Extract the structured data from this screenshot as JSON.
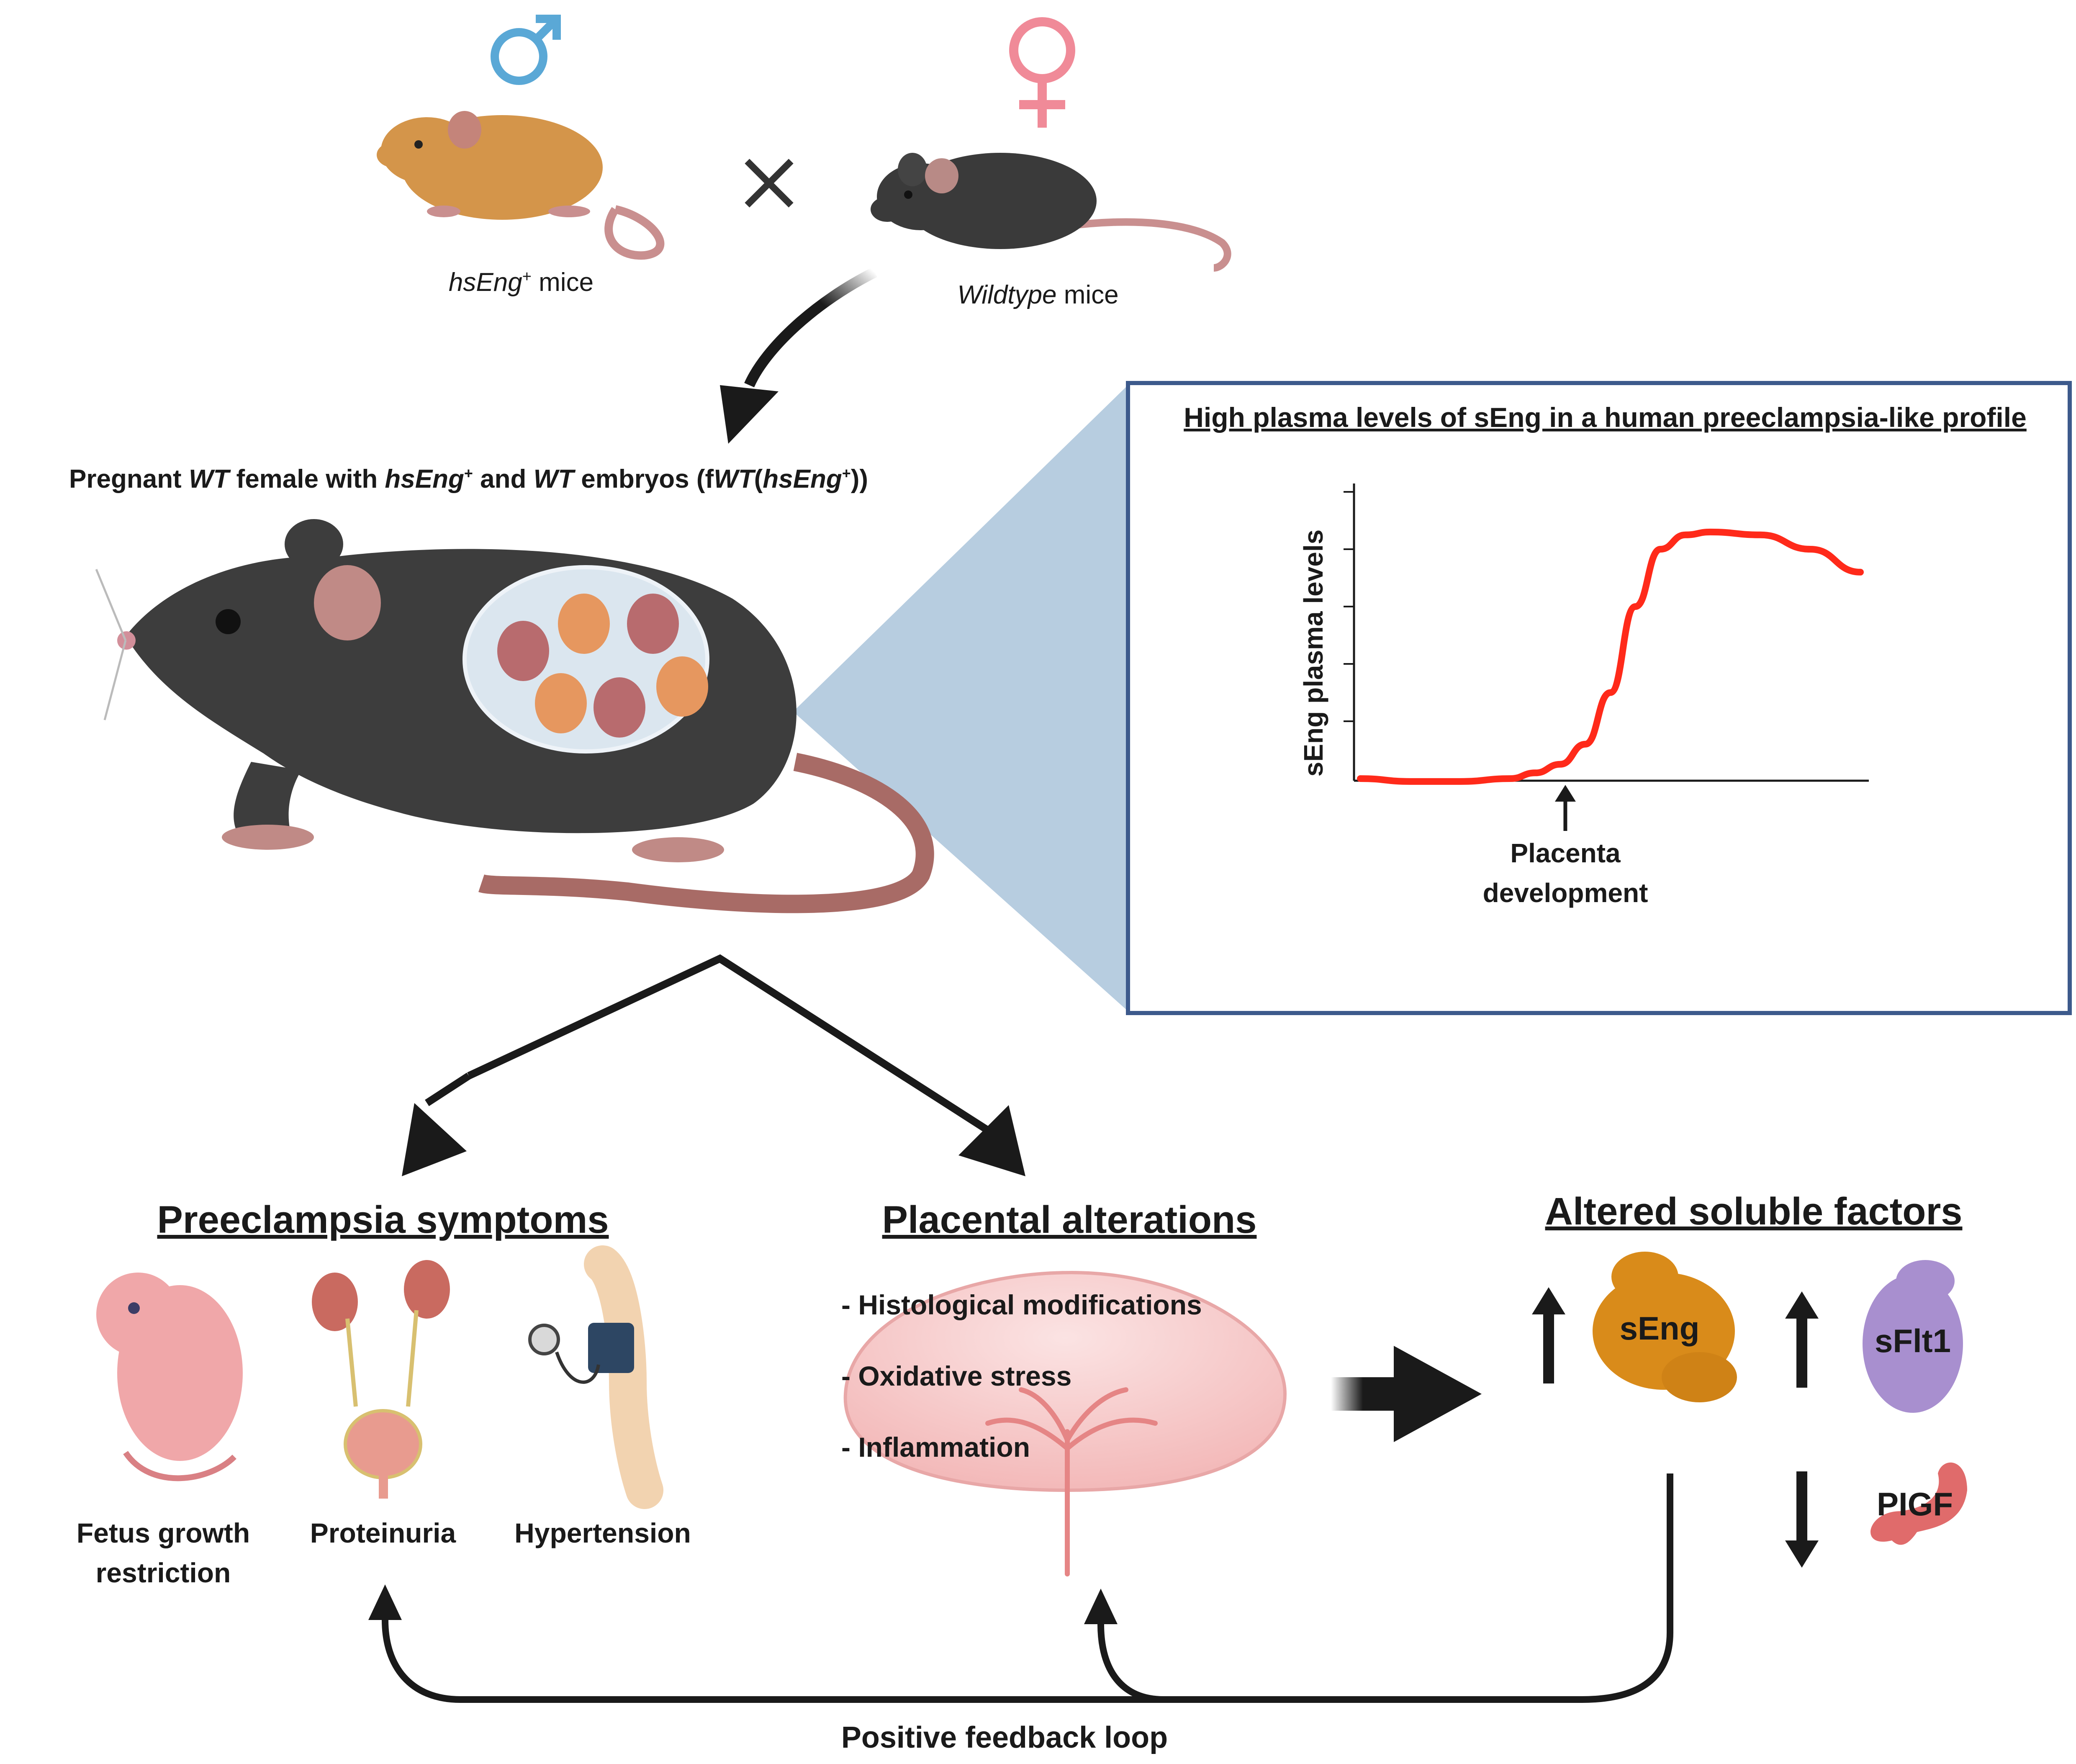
{
  "top": {
    "male_symbol": "♂",
    "female_symbol": "♀",
    "cross_symbol": "×",
    "male_mouse": {
      "gene": "hsEng",
      "sup": "+",
      "suffix": " mice"
    },
    "female_mouse": {
      "gene": "Wildtype",
      "suffix": " mice"
    }
  },
  "pregnant": {
    "parts": [
      "Pregnant ",
      "WT",
      " female with ",
      "hsEng",
      "+",
      " and ",
      "WT",
      " embryos (f",
      "WT",
      "(",
      "hsEng",
      "+",
      "))"
    ]
  },
  "profile": {
    "title": "High plasma levels of sEng in a human preeclampsia-like profile",
    "annotation_line1": "Placenta",
    "annotation_line2": "development"
  },
  "chart_data": {
    "type": "line",
    "title": "High plasma levels of sEng in a human preeclampsia-like profile",
    "xlabel": "",
    "ylabel": "sEng plasma levels",
    "x": [
      0,
      0.1,
      0.2,
      0.3,
      0.35,
      0.4,
      0.45,
      0.5,
      0.55,
      0.6,
      0.65,
      0.7,
      0.8,
      0.9,
      1.0
    ],
    "series": [
      {
        "values": [
          0.0,
          -0.01,
          -0.01,
          0.0,
          0.02,
          0.05,
          0.12,
          0.3,
          0.6,
          0.8,
          0.85,
          0.86,
          0.85,
          0.8,
          0.72
        ]
      }
    ],
    "xlim": [
      0,
      1
    ],
    "ylim": [
      0,
      1
    ],
    "grid": false,
    "color": "#ff2a1a",
    "annotation": {
      "text": "Placenta development",
      "x": 0.41
    }
  },
  "symptoms": {
    "heading": "Preeclampsia symptoms",
    "items": [
      {
        "line1": "Fetus growth",
        "line2": "restriction"
      },
      {
        "line1": "Proteinuria",
        "line2": ""
      },
      {
        "line1": "Hypertension",
        "line2": ""
      }
    ]
  },
  "placenta": {
    "heading": "Placental alterations",
    "bullets": [
      "- Histological modifications",
      "- Oxidative stress",
      "- Inflammation"
    ]
  },
  "factors": {
    "heading": "Altered soluble factors",
    "items": [
      {
        "label": "sEng",
        "direction": "up",
        "color": "#d98b1a"
      },
      {
        "label": "sFlt1",
        "direction": "up",
        "color": "#a88fcf"
      },
      {
        "label": "PIGF",
        "direction": "down",
        "color": "#e06b6b"
      }
    ]
  },
  "feedback": {
    "label": "Positive feedback loop"
  },
  "colors": {
    "male": "#5aa8d6",
    "female": "#f08a98",
    "panel_border": "#3d5a8c",
    "zoom_wedge": "#b7cde0",
    "curve": "#ff2a1a"
  }
}
